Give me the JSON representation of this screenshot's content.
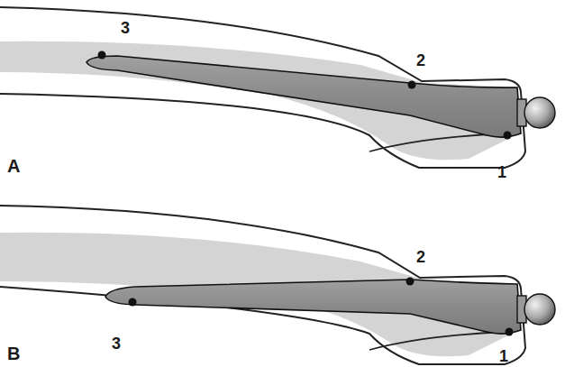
{
  "diagram": {
    "labels": [
      "3",
      "2",
      "A",
      "1",
      "2",
      "3",
      "B",
      "1"
    ]
  }
}
